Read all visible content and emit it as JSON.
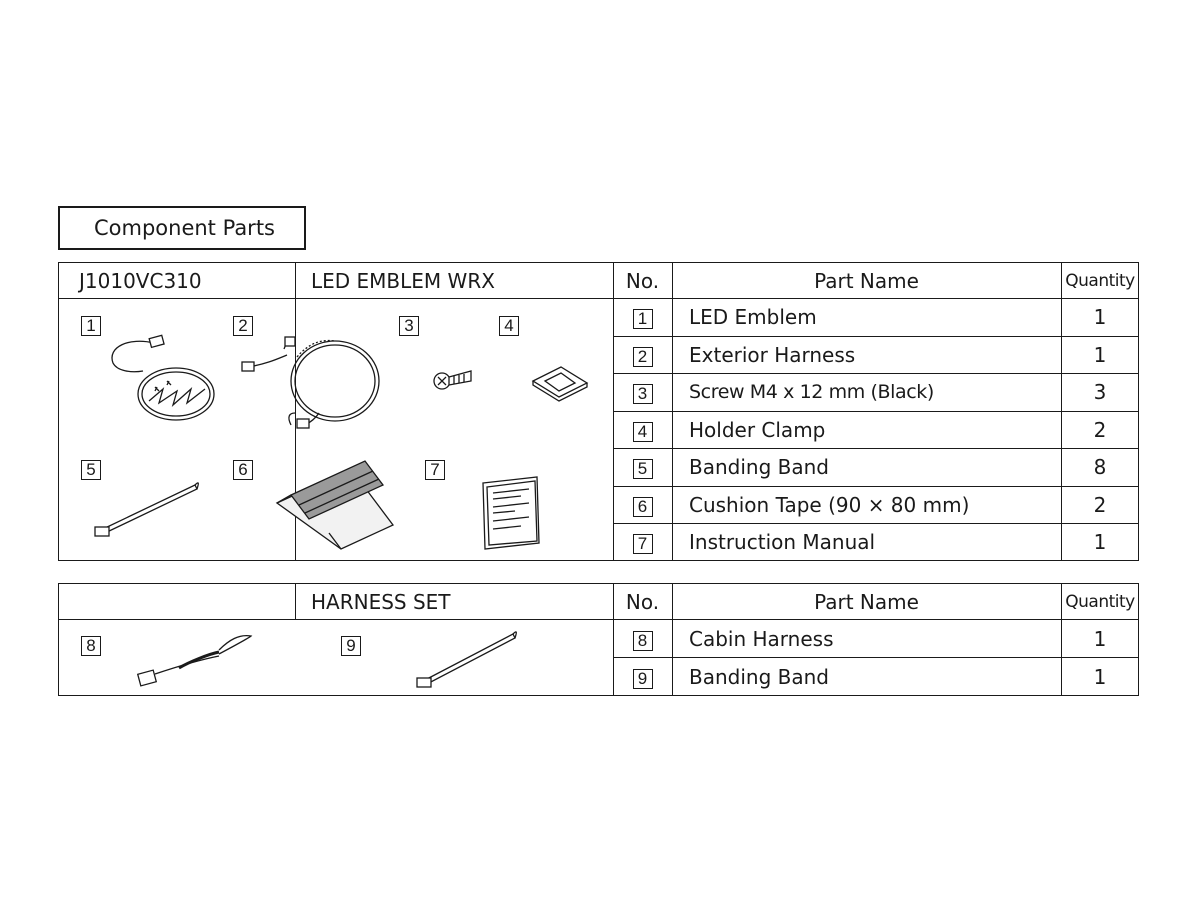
{
  "section_title": "Component Parts",
  "kit": {
    "part_number": "J1010VC310",
    "name": "LED EMBLEM WRX",
    "col_no": "No.",
    "col_part_name": "Part Name",
    "col_quantity": "Quantity",
    "rows": [
      {
        "no": "1",
        "name": "LED Emblem",
        "qty": "1"
      },
      {
        "no": "2",
        "name": "Exterior Harness",
        "qty": "1"
      },
      {
        "no": "3",
        "name": "Screw M4 x 12 mm (Black)",
        "qty": "3"
      },
      {
        "no": "4",
        "name": "Holder Clamp",
        "qty": "2"
      },
      {
        "no": "5",
        "name": "Banding Band",
        "qty": "8"
      },
      {
        "no": "6",
        "name": "Cushion Tape (90 × 80 mm)",
        "qty": "2"
      },
      {
        "no": "7",
        "name": "Instruction Manual",
        "qty": "1"
      }
    ],
    "illustrations": [
      {
        "label": "1",
        "name": "led-emblem"
      },
      {
        "label": "2",
        "name": "exterior-harness"
      },
      {
        "label": "3",
        "name": "screw"
      },
      {
        "label": "4",
        "name": "holder-clamp"
      },
      {
        "label": "5",
        "name": "banding-band"
      },
      {
        "label": "6",
        "name": "cushion-tape"
      },
      {
        "label": "7",
        "name": "instruction-manual"
      }
    ]
  },
  "harness_set": {
    "part_number": "",
    "name": "HARNESS SET",
    "col_no": "No.",
    "col_part_name": "Part Name",
    "col_quantity": "Quantity",
    "rows": [
      {
        "no": "8",
        "name": "Cabin Harness",
        "qty": "1"
      },
      {
        "no": "9",
        "name": "Banding Band",
        "qty": "1"
      }
    ],
    "illustrations": [
      {
        "label": "8",
        "name": "cabin-harness"
      },
      {
        "label": "9",
        "name": "banding-band"
      }
    ]
  }
}
